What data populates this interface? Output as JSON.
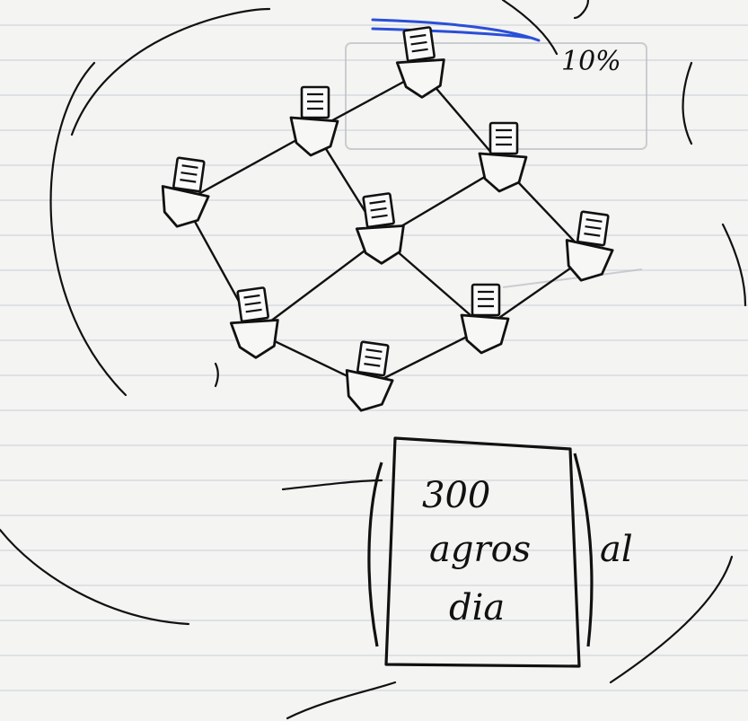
{
  "annotations": {
    "percent": "10%",
    "box_line1": "300",
    "box_line2": "agros",
    "box_line3": "dia",
    "side_word": "al"
  },
  "nodes": [
    {
      "id": "top",
      "kind": "doc-cup"
    },
    {
      "id": "upper-left-1",
      "kind": "doc-cup"
    },
    {
      "id": "far-left",
      "kind": "doc-cup"
    },
    {
      "id": "center",
      "kind": "doc-cup"
    },
    {
      "id": "upper-right",
      "kind": "doc-cup"
    },
    {
      "id": "far-right",
      "kind": "doc-cup"
    },
    {
      "id": "lower-left",
      "kind": "doc-cup"
    },
    {
      "id": "lower-right",
      "kind": "doc-cup"
    },
    {
      "id": "bottom",
      "kind": "doc-cup"
    }
  ],
  "edges": [
    [
      "top",
      "upper-left-1"
    ],
    [
      "top",
      "upper-right"
    ],
    [
      "upper-left-1",
      "far-left"
    ],
    [
      "upper-left-1",
      "center"
    ],
    [
      "upper-right",
      "center"
    ],
    [
      "upper-right",
      "far-right"
    ],
    [
      "far-left",
      "lower-left"
    ],
    [
      "center",
      "lower-left"
    ],
    [
      "center",
      "lower-right"
    ],
    [
      "far-right",
      "lower-right"
    ],
    [
      "lower-left",
      "bottom"
    ],
    [
      "lower-right",
      "bottom"
    ]
  ],
  "colors": {
    "ink": "#111111",
    "pen_blue": "#2a4fd8",
    "paper": "#f4f4f2",
    "rule_line": "#c9ced6"
  }
}
